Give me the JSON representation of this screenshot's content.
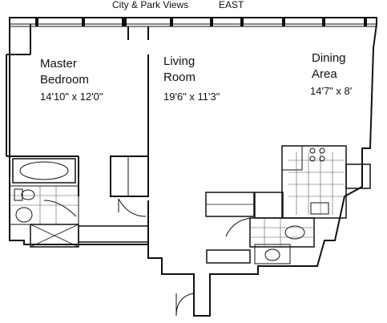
{
  "header": {
    "view_title": "City & Park Views",
    "direction": "EAST"
  },
  "rooms": {
    "master_bedroom": {
      "name_line1": "Master",
      "name_line2": "Bedroom",
      "dimensions": "14'10\" x 12'0\""
    },
    "living_room": {
      "name_line1": "Living",
      "name_line2": "Room",
      "dimensions": "19'6\" x 11'3\""
    },
    "dining_area": {
      "name_line1": "Dining",
      "name_line2": "Area",
      "dimensions": "14'7\" x 8'"
    }
  },
  "colors": {
    "line": "#111111",
    "background": "#ffffff",
    "tile": "#555555"
  }
}
